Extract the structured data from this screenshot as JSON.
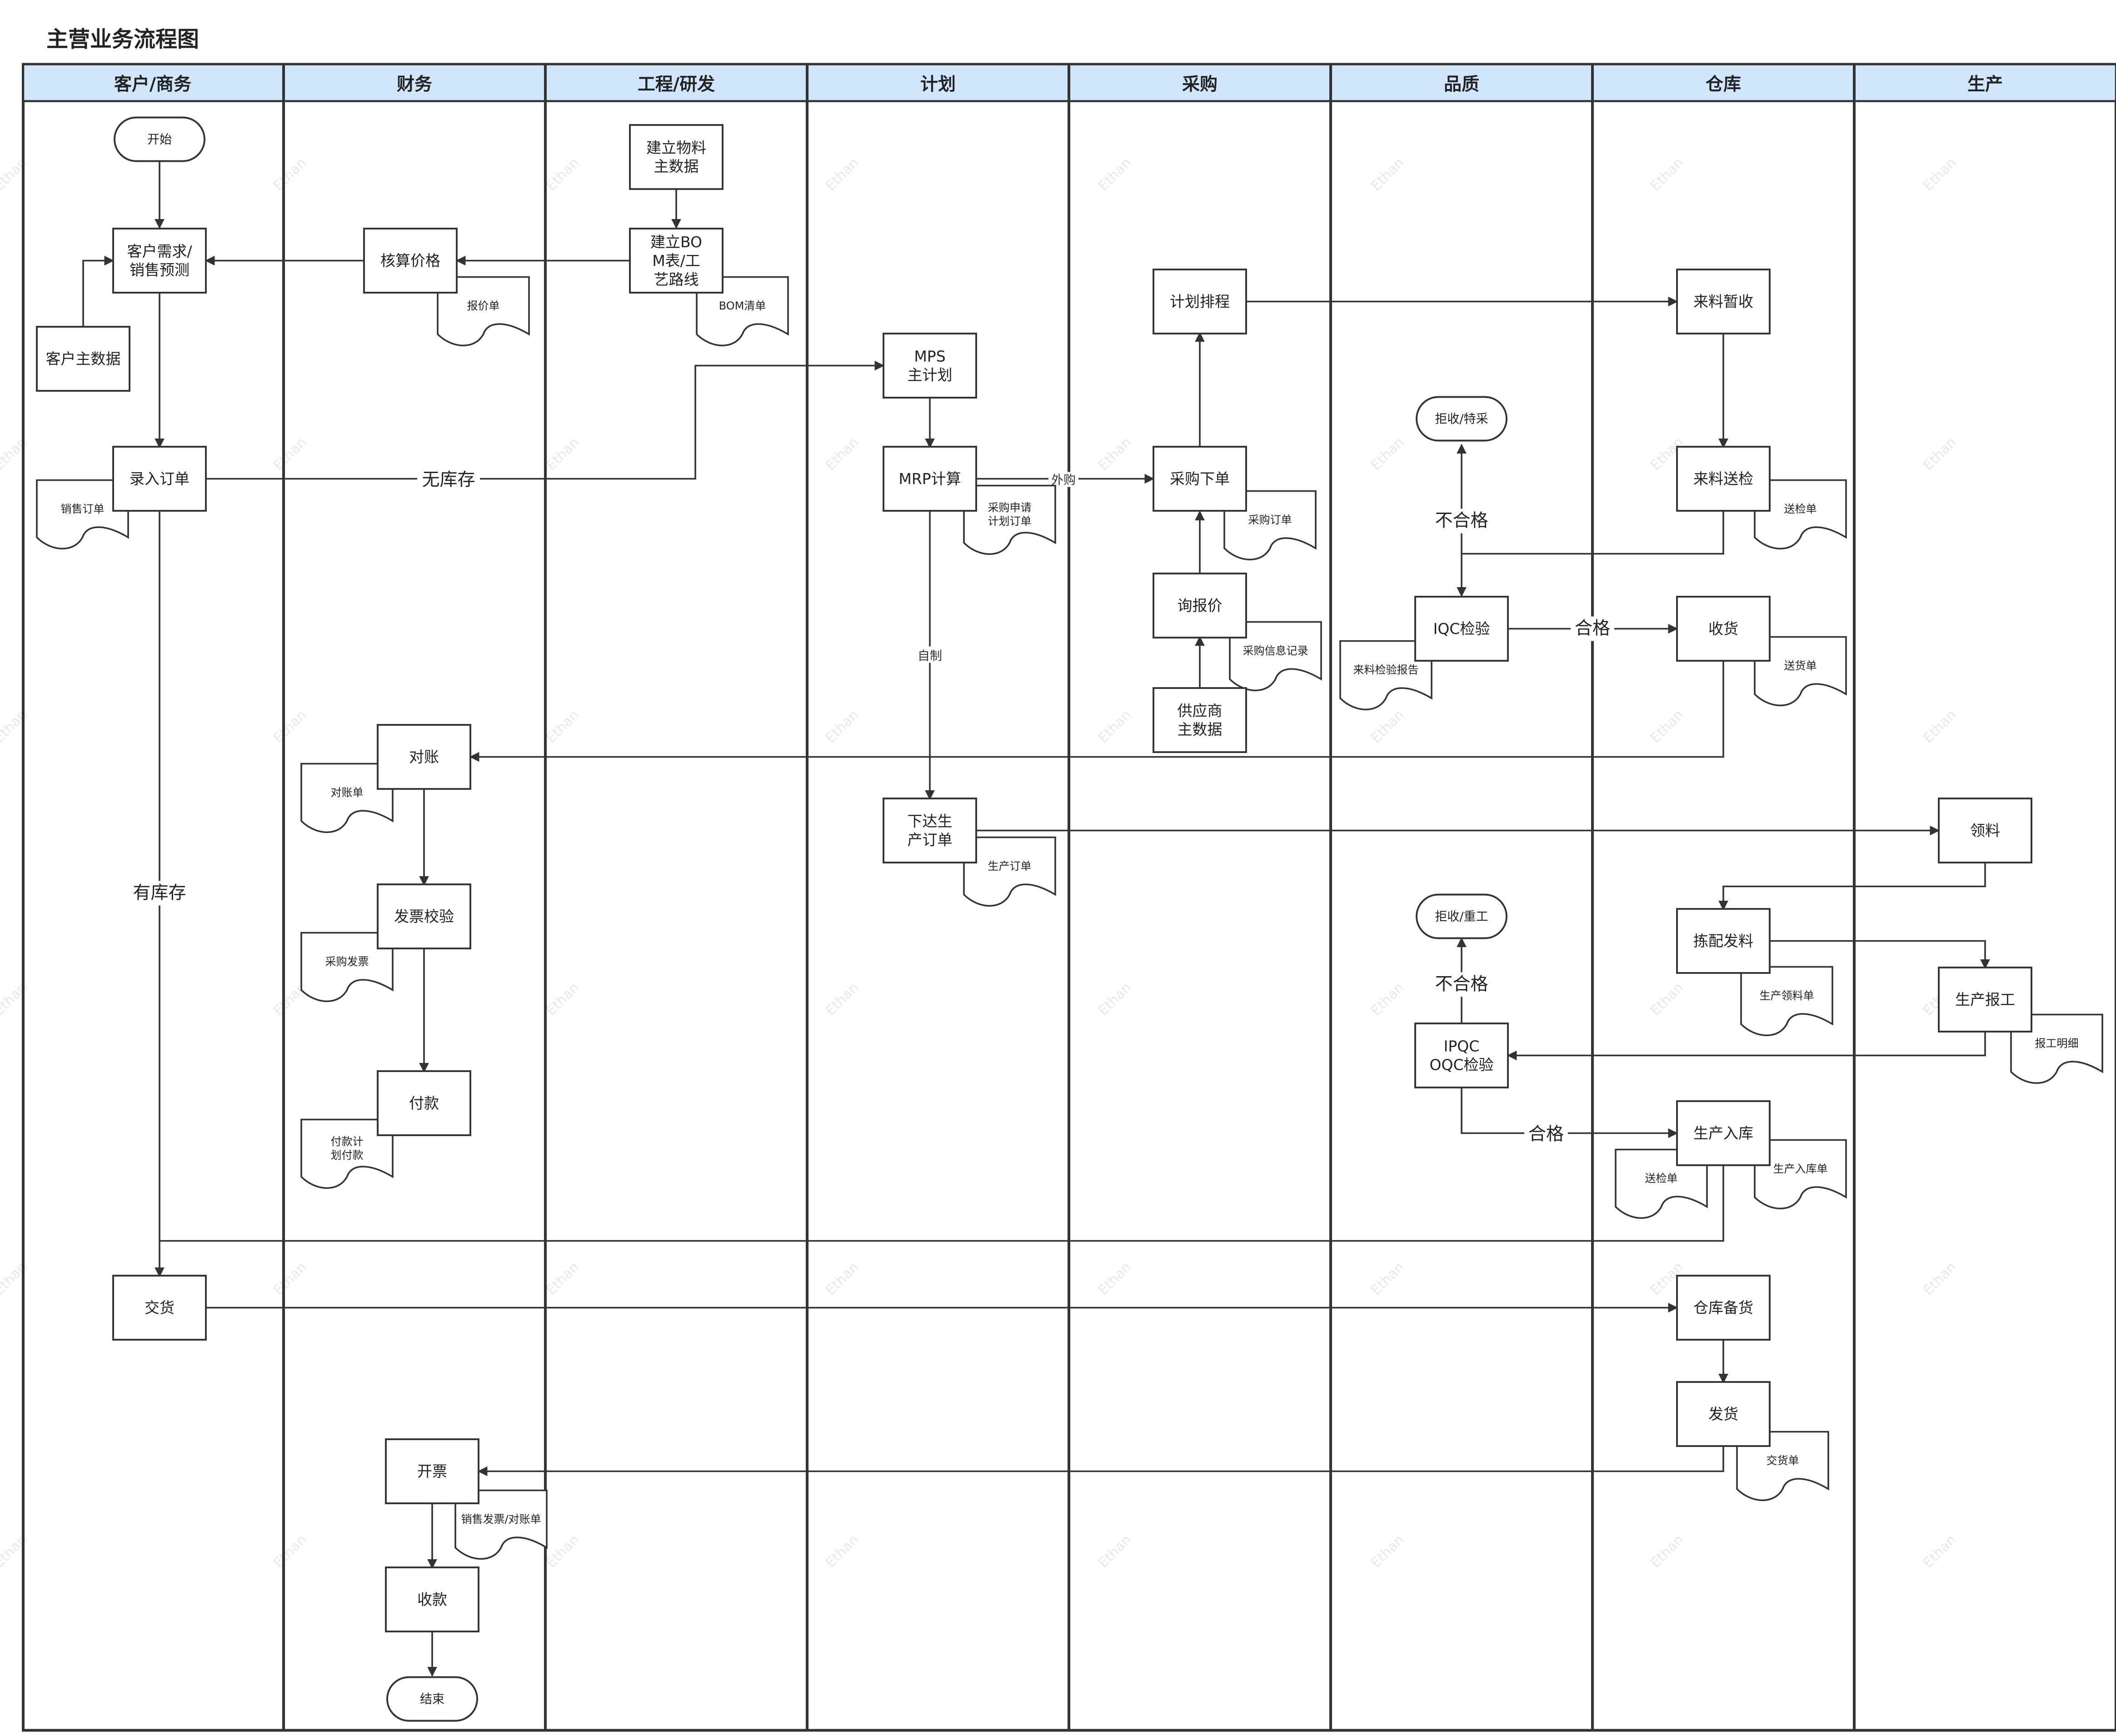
{
  "title": "主营业务流程图",
  "watermark": "Ethan",
  "lanes": [
    "客户/商务",
    "财务",
    "工程/研发",
    "计划",
    "采购",
    "品质",
    "仓库",
    "生产"
  ],
  "colors": {
    "header_fill": "#cfe6fb",
    "line": "#333333",
    "text": "#222222",
    "watermark": "#e8e8e8"
  },
  "nodes": {
    "start": "开始",
    "customer_demand": "客户需求/销售预测",
    "customer_master": "客户主数据",
    "order_entry": "录入订单",
    "delivery": "交货",
    "cost_pricing": "核算价格",
    "reconcile": "对账",
    "invoice_check": "发票校验",
    "payment": "付款",
    "invoicing": "开票",
    "collection": "收款",
    "end": "结束",
    "material_master": "建立物料主数据",
    "bom_routing": "建立BOM表/工艺路线",
    "mps": "MPS主计划",
    "mrp": "MRP计算",
    "production_order": "下达生产订单",
    "schedule": "计划排程",
    "purchase_order": "采购下单",
    "inquiry": "询报价",
    "supplier_master": "供应商主数据",
    "reject_special": "拒收/特采",
    "iqc": "IQC检验",
    "reject_rework": "拒收/重工",
    "ipqc_oqc": "IPQC OQC检验",
    "temp_receive": "来料暂收",
    "inspection_request": "来料送检",
    "receive_goods": "收货",
    "picking": "拣配发料",
    "production_storage": "生产入库",
    "warehouse_prep": "仓库备货",
    "shipping": "发货",
    "material_requisition": "领料",
    "production_report": "生产报工"
  },
  "documents": {
    "quotation": "报价单",
    "bom_list": "BOM清单",
    "sales_order": "销售订单",
    "pr_po": "采购申请计划订单",
    "po_doc": "采购订单",
    "purchase_info": "采购信息记录",
    "inspection_report": "来料检验报告",
    "inspection_slip": "送检单",
    "delivery_note": "送货单",
    "statement": "对账单",
    "purchase_invoice": "采购发票",
    "payment_plan": "付款计划付款",
    "production_order_doc": "生产订单",
    "pick_list": "生产领料单",
    "report_detail": "报工明细",
    "inspection_slip2": "送检单",
    "storage_slip": "生产入库单",
    "shipment_note": "交货单",
    "sales_invoice": "销售发票/对账单"
  },
  "edge_labels": {
    "no_stock": "无库存",
    "in_stock": "有库存",
    "outsource": "外购",
    "self_made": "自制",
    "fail": "不合格",
    "pass": "合格",
    "fail2": "不合格",
    "pass2": "合格"
  }
}
